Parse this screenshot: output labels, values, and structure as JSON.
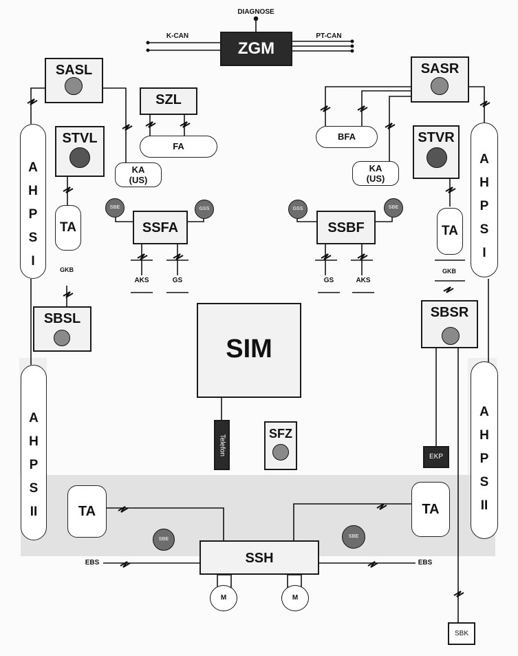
{
  "top": {
    "diagnose": "DIAGNOSE",
    "kcan": "K-CAN",
    "ptcan": "PT-CAN"
  },
  "modules": {
    "zgm": "ZGM",
    "sasl": "SASL",
    "sasr": "SASR",
    "szl": "SZL",
    "stvl": "STVL",
    "stvr": "STVR",
    "ssfa": "SSFA",
    "ssbf": "SSBF",
    "sbsl": "SBSL",
    "sbsr": "SBSR",
    "sim": "SIM",
    "sfz": "SFZ",
    "ssh": "SSH",
    "sbk": "SBK",
    "ekp": "EKP",
    "telefon": "Telefon"
  },
  "devices": {
    "fa": "FA",
    "bfa": "BFA",
    "ka": "KA",
    "ka_sub": "(US)",
    "ta": "TA",
    "ebs": "EBS",
    "motor": "M",
    "sbe": "SBE",
    "gss": "GSS",
    "aks": "AKS",
    "gs": "GS",
    "gkb": "GKB"
  },
  "ahps": {
    "ahps1_letters": [
      "A",
      "H",
      "P",
      "S",
      "I"
    ],
    "ahps2_letters": [
      "A",
      "H",
      "P",
      "S",
      "II"
    ]
  }
}
